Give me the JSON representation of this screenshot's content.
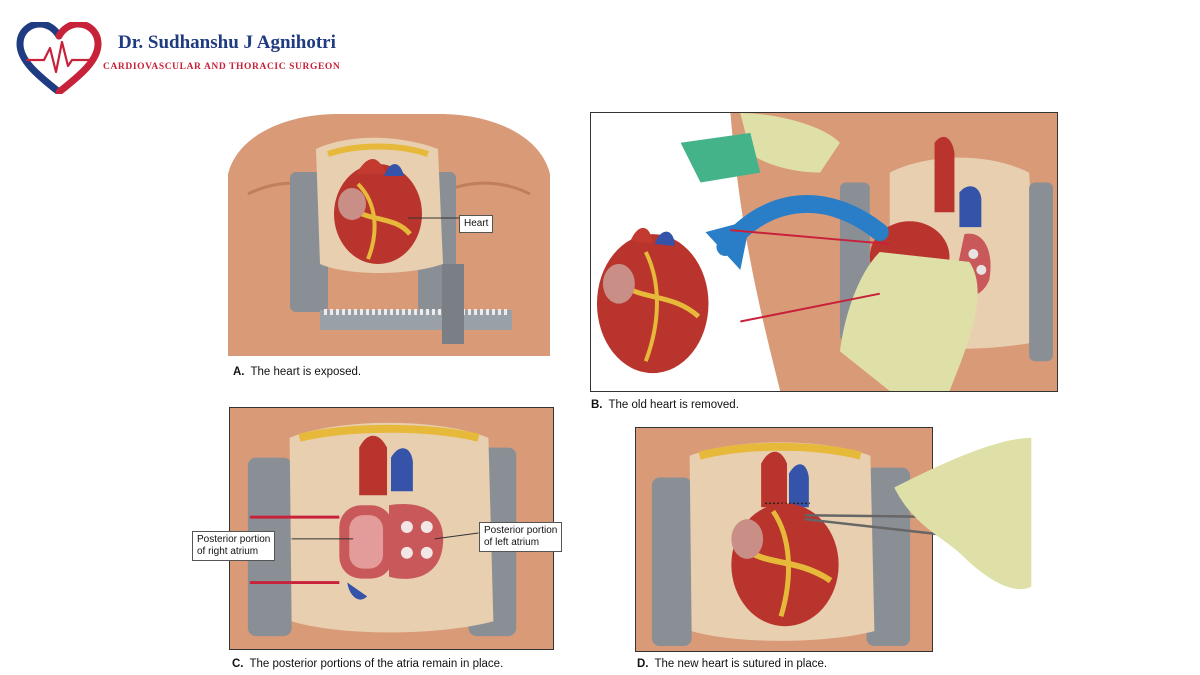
{
  "brand": {
    "name": "Dr. Sudhanshu J Agnihotri",
    "tagline": "CARDIOVASCULAR AND THORACIC SURGEON",
    "colors": {
      "navy": "#1f3b82",
      "red": "#c8213a"
    }
  },
  "panels": {
    "a": {
      "letter": "A.",
      "caption": "The heart is exposed.",
      "label": "Heart"
    },
    "b": {
      "letter": "B.",
      "caption": "The old heart is removed."
    },
    "c": {
      "letter": "C.",
      "caption": "The posterior portions of the atria remain in place.",
      "label_right": "Posterior portion\nof right atrium",
      "label_left": "Posterior portion\nof left atrium"
    },
    "d": {
      "letter": "D.",
      "caption": "The new heart is sutured in place."
    }
  },
  "icons": [
    "heartbeat-logo-icon"
  ]
}
